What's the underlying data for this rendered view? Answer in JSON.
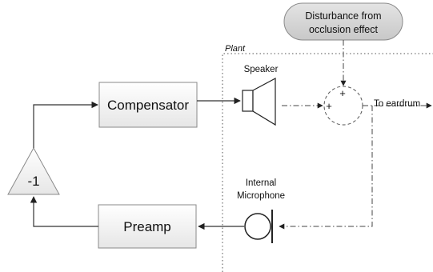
{
  "blocks": {
    "compensator": "Compensator",
    "preamp": "Preamp",
    "inverter": "-1"
  },
  "labels": {
    "plant": "Plant",
    "speaker": "Speaker",
    "internal_microphone_line1": "Internal",
    "internal_microphone_line2": "Microphone",
    "to_eardrum": "To eardrum",
    "disturbance_line1": "Disturbance from",
    "disturbance_line2": "occlusion effect",
    "sum_top_sign": "+",
    "sum_left_sign": "+"
  }
}
